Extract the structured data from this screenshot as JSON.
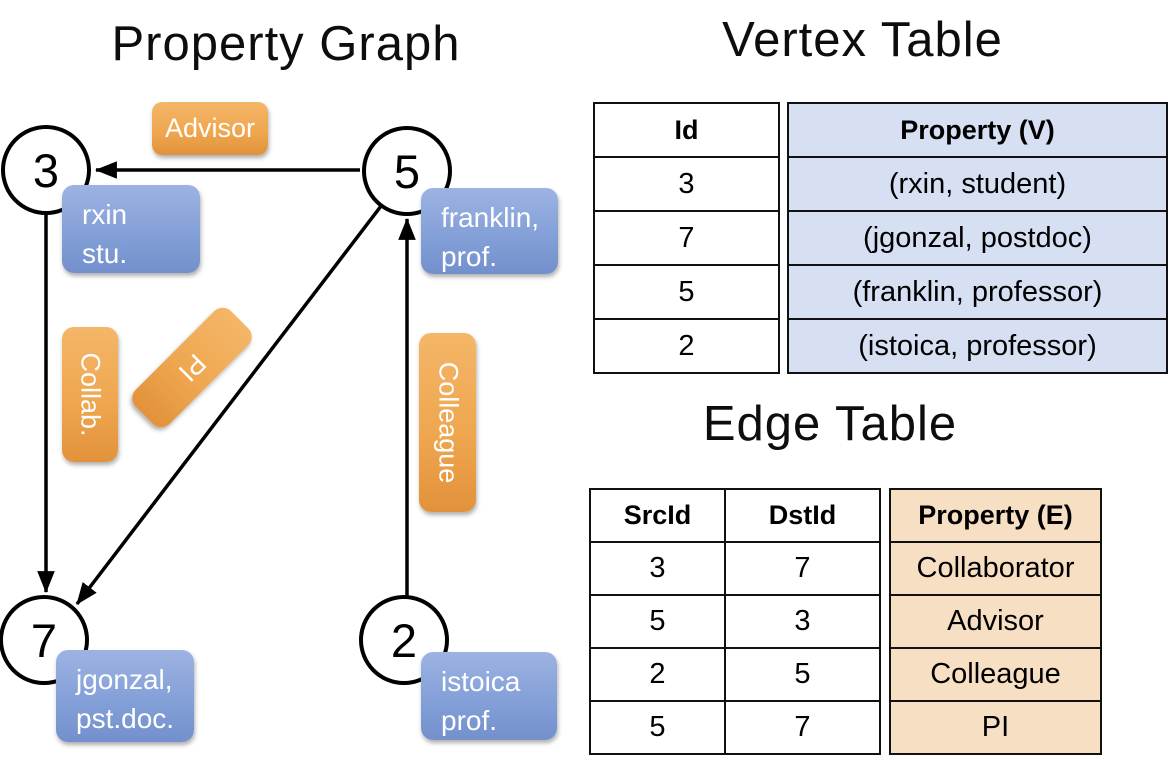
{
  "colors": {
    "edge_badge_orange": "#EFA750",
    "vertex_badge_blue": "#84A0D8",
    "vertex_cell_blue": "#D6E0F2",
    "edge_cell_tan": "#F7DFC4",
    "line_black": "#000000"
  },
  "graph": {
    "title": "Property Graph",
    "nodes": {
      "n3": "3",
      "n5": "5",
      "n7": "7",
      "n2": "2"
    },
    "vertex_labels": {
      "rxin": {
        "line1": "rxin",
        "line2": "stu."
      },
      "franklin": {
        "line1": "franklin,",
        "line2": "prof."
      },
      "jgonzal": {
        "line1": "jgonzal,",
        "line2": "pst.doc."
      },
      "istoica": {
        "line1": "istoica",
        "line2": "prof."
      }
    },
    "edge_labels": {
      "advisor": "Advisor",
      "collab": "Collab.",
      "pi": "PI",
      "colleague": "Colleague"
    }
  },
  "vertex_table": {
    "title": "Vertex Table",
    "headers": {
      "id": "Id",
      "property": "Property (V)"
    },
    "rows": [
      {
        "id": "3",
        "property": "(rxin, student)"
      },
      {
        "id": "7",
        "property": "(jgonzal, postdoc)"
      },
      {
        "id": "5",
        "property": "(franklin, professor)"
      },
      {
        "id": "2",
        "property": "(istoica, professor)"
      }
    ]
  },
  "edge_table": {
    "title": "Edge Table",
    "headers": {
      "src": "SrcId",
      "dst": "DstId",
      "property": "Property (E)"
    },
    "rows": [
      {
        "src": "3",
        "dst": "7",
        "property": "Collaborator"
      },
      {
        "src": "5",
        "dst": "3",
        "property": "Advisor"
      },
      {
        "src": "2",
        "dst": "5",
        "property": "Colleague"
      },
      {
        "src": "5",
        "dst": "7",
        "property": "PI"
      }
    ]
  }
}
